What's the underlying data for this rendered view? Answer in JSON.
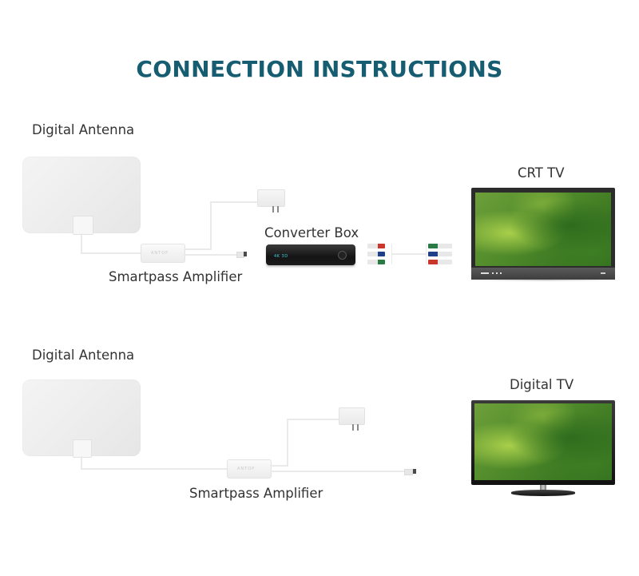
{
  "title": "CONNECTION INSTRUCTIONS",
  "colors": {
    "title": "#175d72",
    "rca_red": "#c8362c",
    "rca_blue": "#1e3f8a",
    "rca_green": "#2a7a46",
    "box_display": "#3fd0e0"
  },
  "crt_setup": {
    "antenna_label": "Digital Antenna",
    "amplifier_label": "Smartpass Amplifier",
    "amplifier_brand": "ANTOP",
    "converter_label": "Converter Box",
    "converter_display": "4K  3D",
    "tv_label": "CRT TV",
    "rca_left": [
      "red",
      "blue",
      "green"
    ],
    "rca_right": [
      "green",
      "blue",
      "red"
    ]
  },
  "digital_setup": {
    "antenna_label": "Digital Antenna",
    "amplifier_label": "Smartpass Amplifier",
    "amplifier_brand": "ANTOP",
    "tv_label": "Digital TV"
  }
}
